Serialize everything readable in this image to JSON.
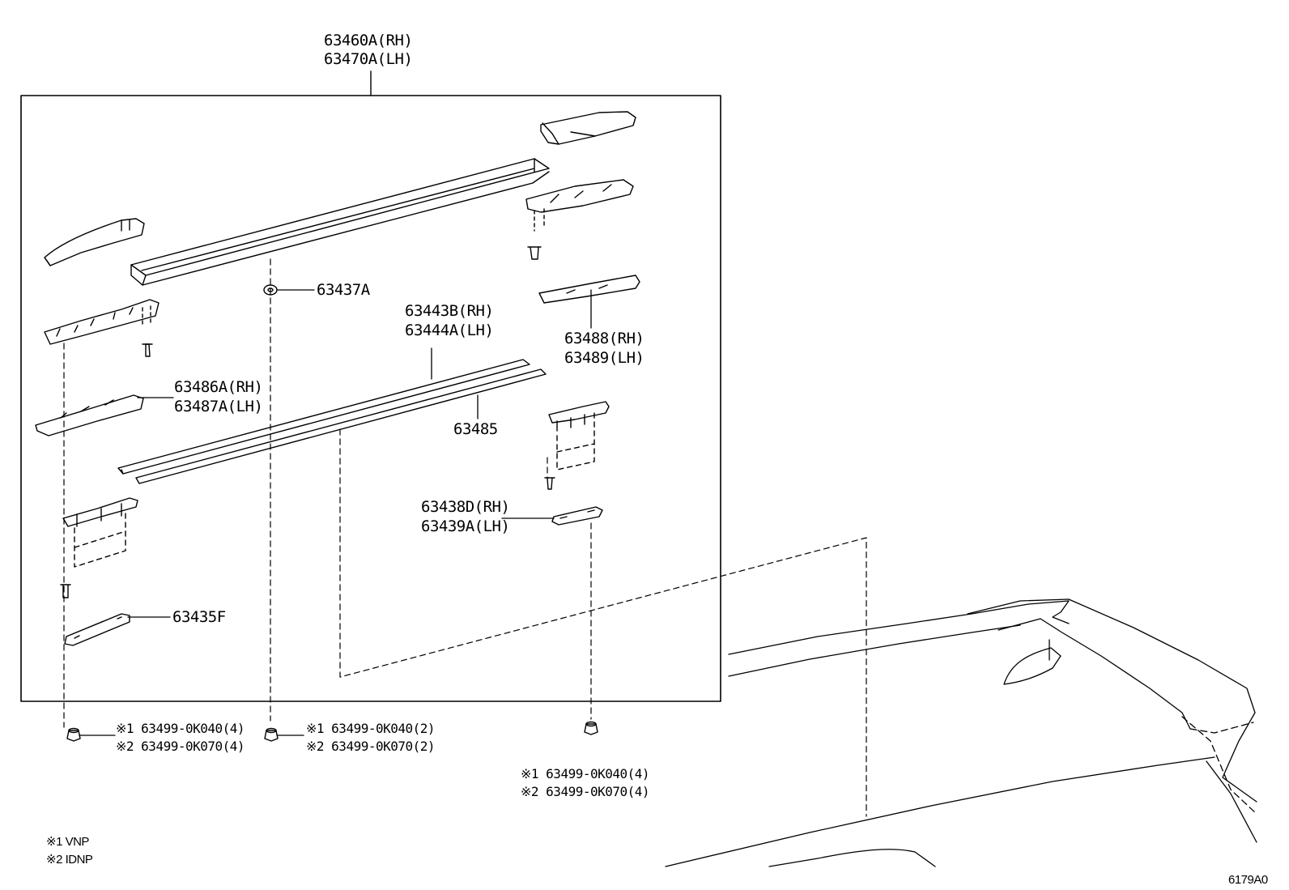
{
  "assembly": {
    "rh": "63460A(RH)",
    "lh": "63470A(LH)"
  },
  "parts": {
    "p63437a": "63437A",
    "p63443b": "63443B(RH)",
    "p63444a": "63444A(LH)",
    "p63488": "63488(RH)",
    "p63489": "63489(LH)",
    "p63486a": "63486A(RH)",
    "p63487a": "63487A(LH)",
    "p63485": "63485",
    "p63438d": "63438D(RH)",
    "p63439a": "63439A(LH)",
    "p63435f": "63435F"
  },
  "fasteners": {
    "left": {
      "l1": "※1 63499-0K040(4)",
      "l2": "※2 63499-0K070(4)"
    },
    "middle": {
      "l1": "※1 63499-0K040(2)",
      "l2": "※2 63499-0K070(2)"
    },
    "right": {
      "l1": "※1 63499-0K040(4)",
      "l2": "※2 63499-0K070(4)"
    }
  },
  "notes": {
    "n1": "※1 VNP",
    "n2": "※2 IDNP"
  },
  "diagram_id": "6179A0"
}
